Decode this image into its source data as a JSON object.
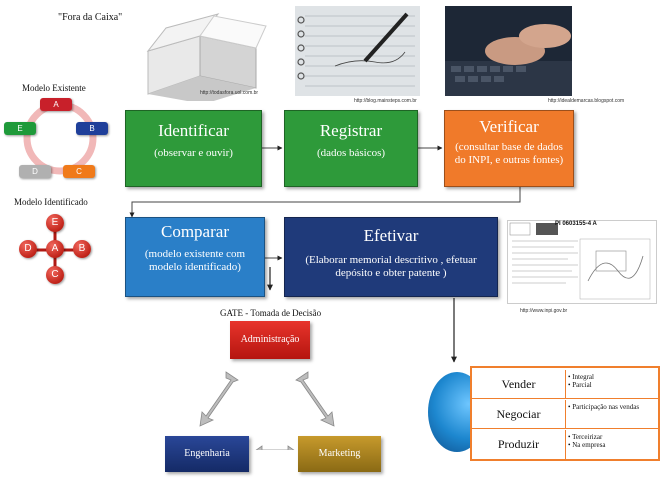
{
  "header": {
    "quote": "\"Fora da Caixa\""
  },
  "photos": {
    "box_credit": "http://todasfora.uol.com.br",
    "notebook_credit": "http://blog.mainsteps.com.br",
    "laptop_credit": "http://idealdemarcas.blogspot.com"
  },
  "models": {
    "existente": {
      "title": "Modelo Existente",
      "nodes": [
        "A",
        "B",
        "C",
        "D",
        "E"
      ]
    },
    "identificado": {
      "title": "Modelo Identificado",
      "nodes": [
        "E",
        "A",
        "B",
        "C",
        "D"
      ]
    }
  },
  "steps": [
    {
      "title": "Identificar",
      "subtitle": "(observar e ouvir)",
      "color": "#2e9a3a"
    },
    {
      "title": "Registrar",
      "subtitle": "(dados básicos)",
      "color": "#2e9a3a"
    },
    {
      "title": "Verificar",
      "subtitle": "(consultar base de dados do INPI, e outras fontes)",
      "color": "#f07a2a"
    },
    {
      "title": "Comparar",
      "subtitle": "(modelo existente com modelo identificado)",
      "color": "#2a7fc8"
    },
    {
      "title": "Efetivar",
      "subtitle": "(Elaborar memorial descritivo , efetuar depósito e obter patente )",
      "color": "#1f3a7a"
    }
  ],
  "patent": {
    "credit": "http://www.inpi.gov.br",
    "number": "PI 0603155-4 A"
  },
  "gate": {
    "title": "GATE - Tomada de Decisão",
    "admin": "Administração",
    "eng": "Engenharia",
    "mkt": "Marketing"
  },
  "options": [
    {
      "name": "Vender",
      "items": [
        "Integral",
        "Parcial"
      ]
    },
    {
      "name": "Negociar",
      "items": [
        "Participação nas vendas"
      ]
    },
    {
      "name": "Produzir",
      "items": [
        "Terceirizar",
        "Na empresa"
      ]
    }
  ]
}
